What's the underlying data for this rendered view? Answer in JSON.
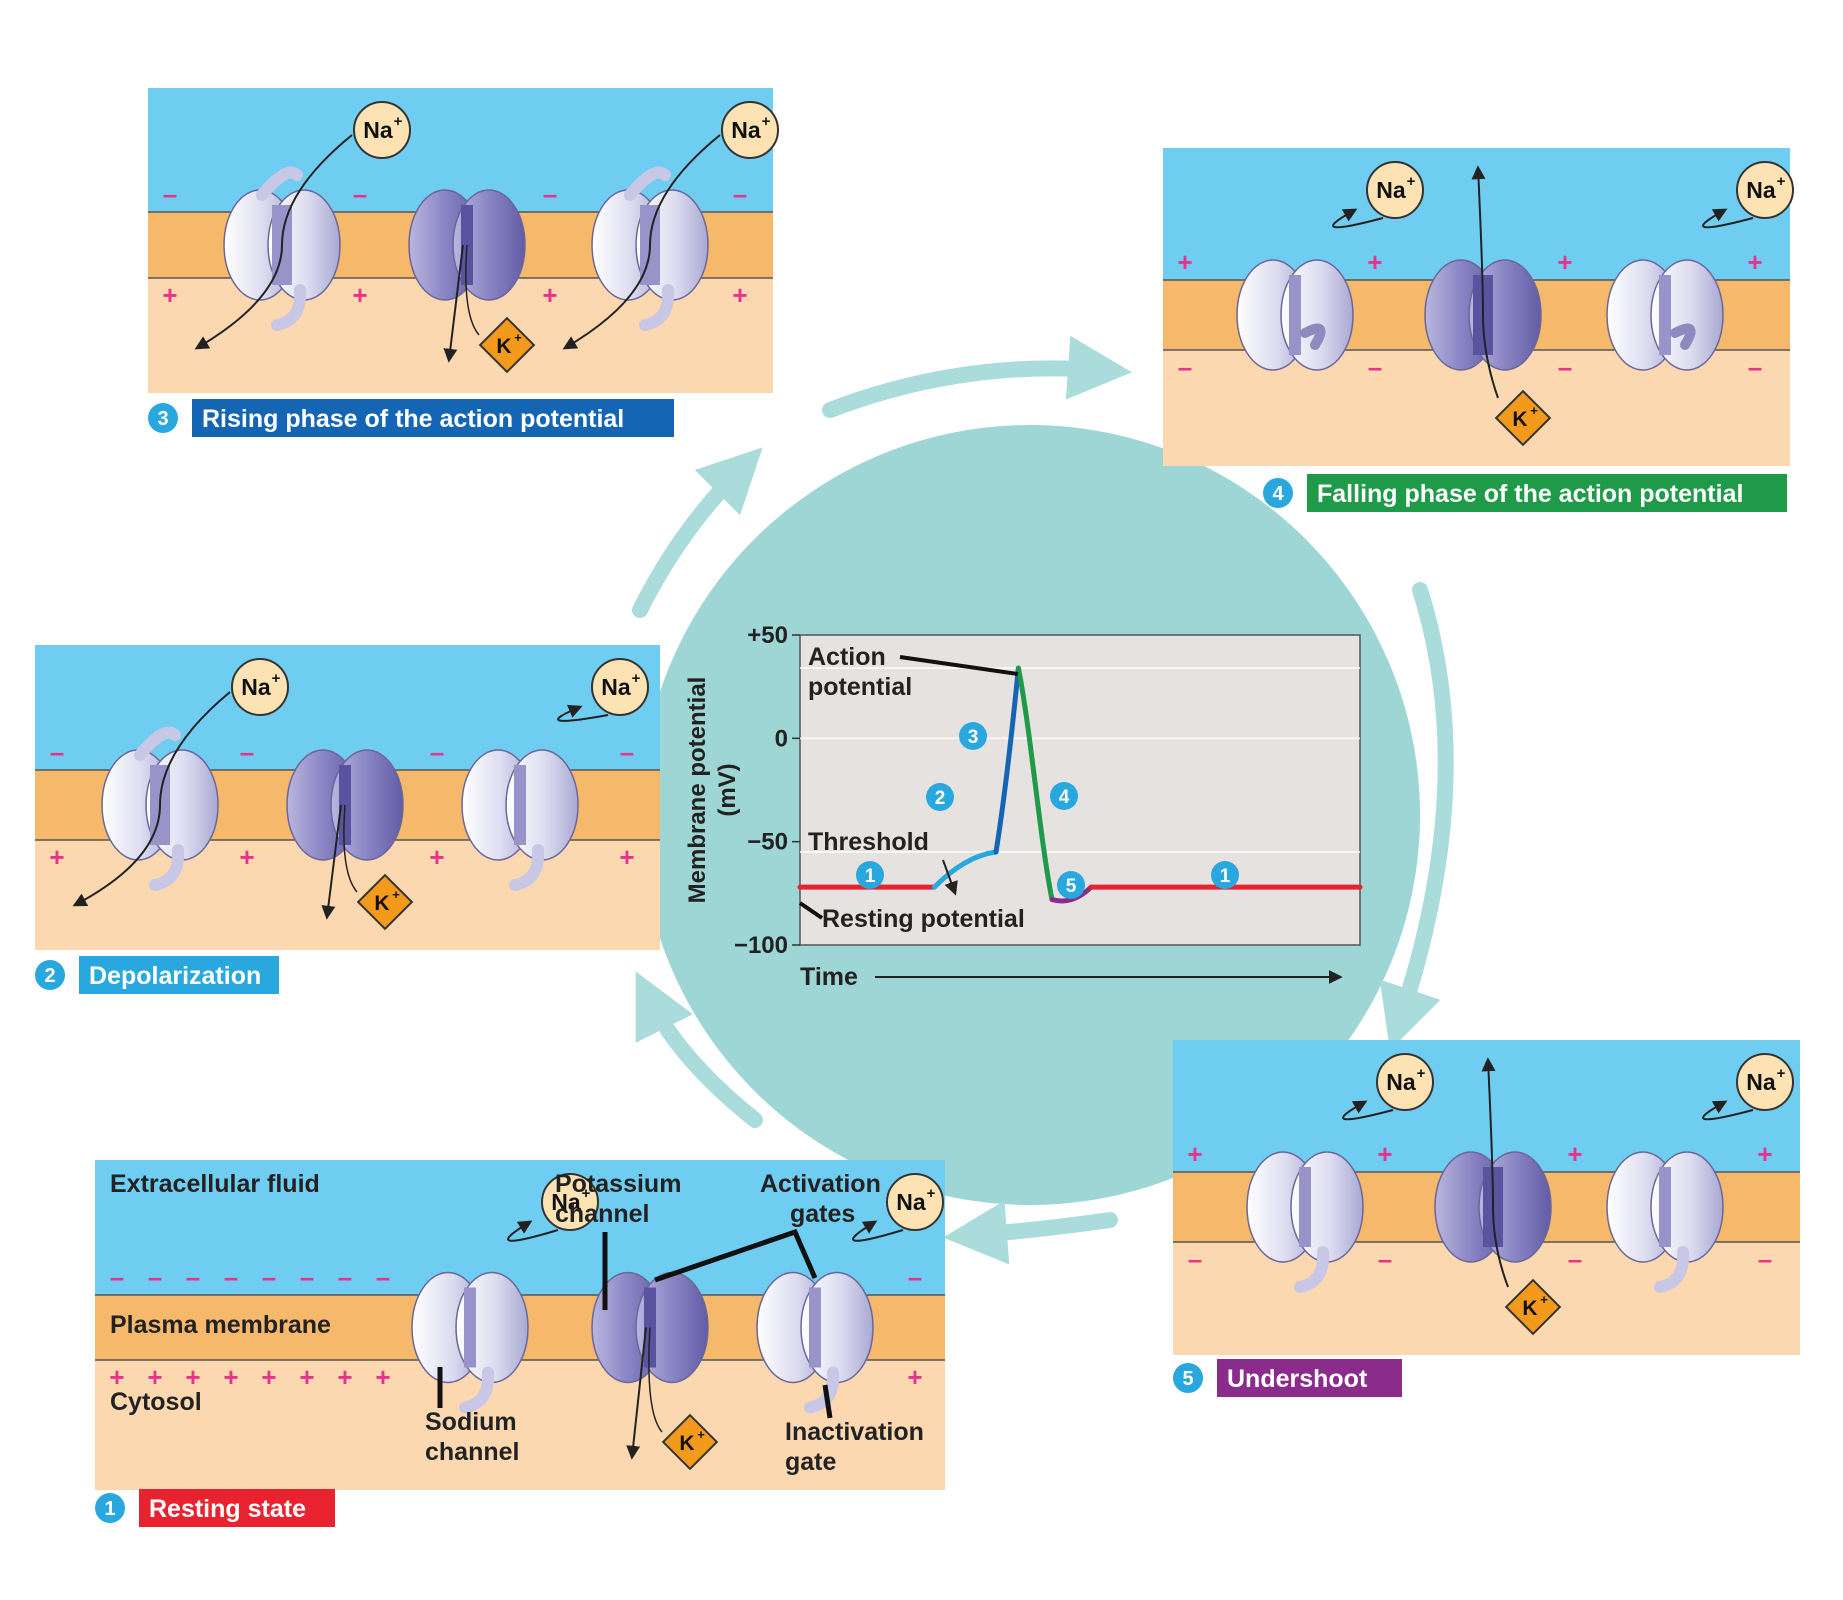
{
  "colors": {
    "fluid": "#6fcdf2",
    "membrane": "#f6b86a",
    "cytosol": "#fbd8b0",
    "circle": "#9ed6d5",
    "cycle_arrow": "#a9dcdb",
    "plus": "#e6338c",
    "resting": "#e8232f",
    "depolarization": "#29a8e0",
    "rising": "#1565b5",
    "falling": "#1e9a48",
    "undershoot": "#8b2c8c",
    "graph_bg": "#e6e2df"
  },
  "symbols": {
    "plus": "+",
    "minus": "–",
    "na_ion": "Na",
    "k_ion": "K",
    "ion_charge": "+"
  },
  "stages": [
    {
      "number": "1",
      "label": "Resting state"
    },
    {
      "number": "2",
      "label": "Depolarization"
    },
    {
      "number": "3",
      "label": "Rising phase of the action potential"
    },
    {
      "number": "4",
      "label": "Falling phase of the action potential"
    },
    {
      "number": "5",
      "label": "Undershoot"
    }
  ],
  "resting_labels": {
    "extracellular": "Extracellular fluid",
    "plasma_membrane": "Plasma membrane",
    "cytosol": "Cytosol",
    "potassium_channel": [
      "Potassium",
      "channel"
    ],
    "activation_gates": [
      "Activation",
      "gates"
    ],
    "sodium_channel": [
      "Sodium",
      "channel"
    ],
    "inactivation_gate": [
      "Inactivation",
      "gate"
    ]
  },
  "graph": {
    "y_axis_label": "Membrane potential",
    "y_axis_unit": "(mV)",
    "y_ticks": [
      "+50",
      "0",
      "−50",
      "−100"
    ],
    "x_axis_label": "Time",
    "annotations": {
      "action_potential": [
        "Action",
        "potential"
      ],
      "threshold": "Threshold",
      "resting_potential": "Resting potential"
    },
    "phase_markers": [
      "1",
      "2",
      "3",
      "4",
      "5",
      "1"
    ]
  },
  "chart_data": {
    "type": "line",
    "ylim": [
      -100,
      50
    ],
    "y_ticks": [
      50,
      0,
      -50,
      -100
    ],
    "series": [
      {
        "phase": "1",
        "x": [
          0,
          24
        ],
        "y": [
          -72,
          -72
        ]
      },
      {
        "phase": "2",
        "x": [
          24,
          35
        ],
        "y": [
          -72,
          -55
        ]
      },
      {
        "phase": "3",
        "x": [
          35,
          39
        ],
        "y": [
          -55,
          34
        ]
      },
      {
        "phase": "4",
        "x": [
          39,
          45
        ],
        "y": [
          34,
          -78
        ]
      },
      {
        "phase": "5",
        "x": [
          45,
          52
        ],
        "y": [
          -78,
          -72
        ]
      },
      {
        "phase": "1",
        "x": [
          52,
          100
        ],
        "y": [
          -72,
          -72
        ]
      }
    ],
    "threshold": -55,
    "resting_potential": -72,
    "peak": 34
  }
}
